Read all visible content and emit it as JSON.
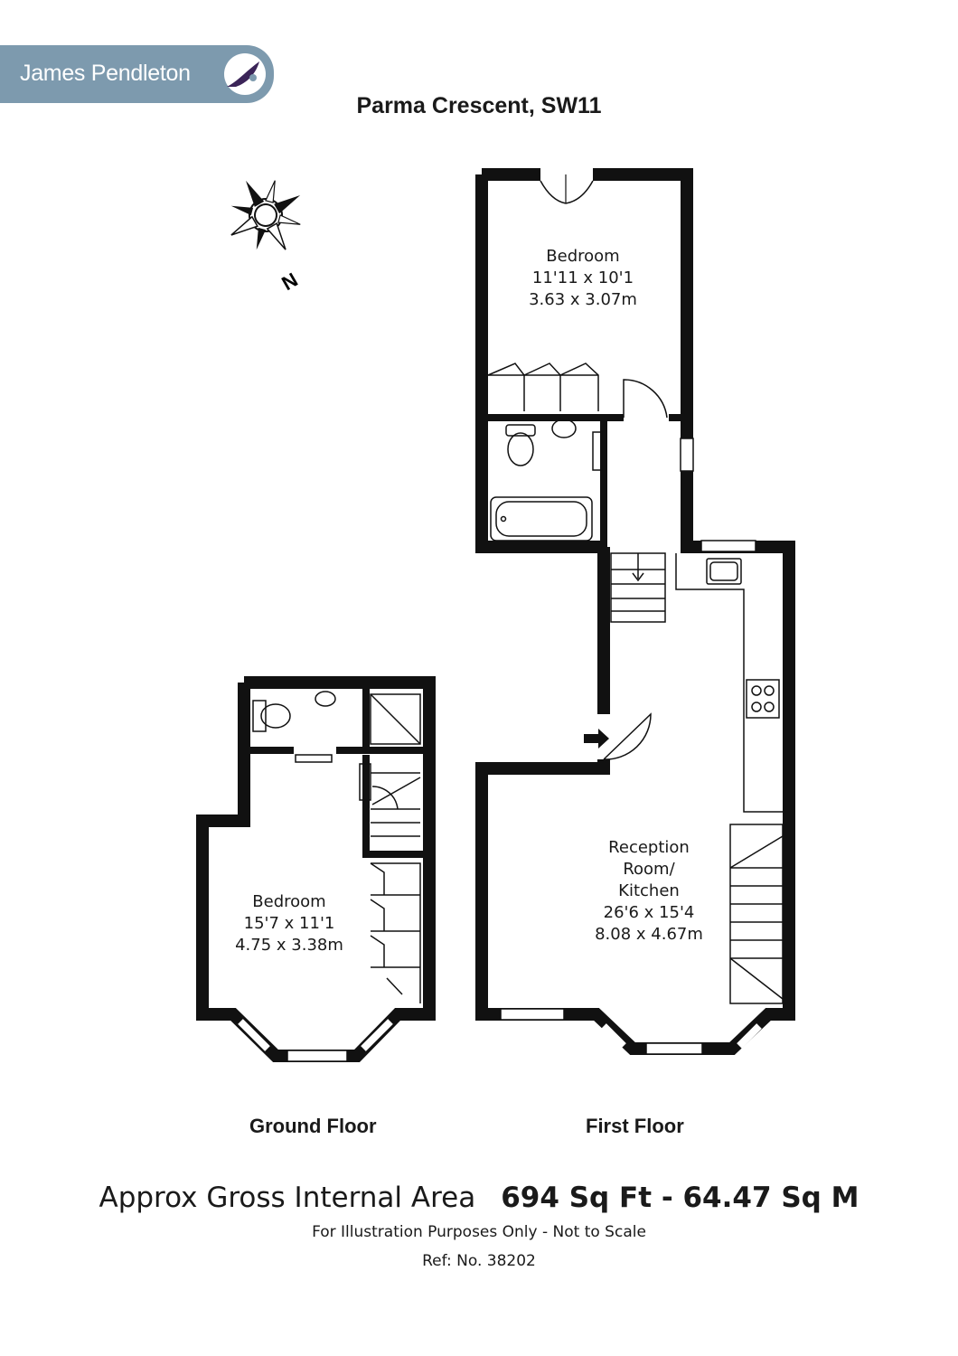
{
  "brand": {
    "name": "James Pendleton",
    "color": "#7d9aae",
    "mark_icon": "swoosh-logo-icon"
  },
  "title": "Parma Crescent, SW11",
  "compass": {
    "label": "N",
    "icon": "compass-rose-icon"
  },
  "rooms": {
    "first_bedroom": {
      "name": "Bedroom",
      "imperial": "11'11 x 10'1",
      "metric": "3.63 x 3.07m"
    },
    "reception": {
      "name_line1": "Reception",
      "name_line2": "Room/",
      "name_line3": "Kitchen",
      "imperial": "26'6 x 15'4",
      "metric": "8.08 x 4.67m"
    },
    "ground_bedroom": {
      "name": "Bedroom",
      "imperial": "15'7 x 11'1",
      "metric": "4.75 x 3.38m"
    }
  },
  "floors": {
    "ground": "Ground Floor",
    "first": "First Floor"
  },
  "area": {
    "label": "Approx Gross Internal Area",
    "value": "694 Sq Ft - 64.47 Sq M"
  },
  "disclaimer": "For Illustration Purposes Only - Not to Scale",
  "reference": "Ref: No. 38202",
  "colors": {
    "wall": "#111111",
    "text": "#1a1a1a"
  }
}
